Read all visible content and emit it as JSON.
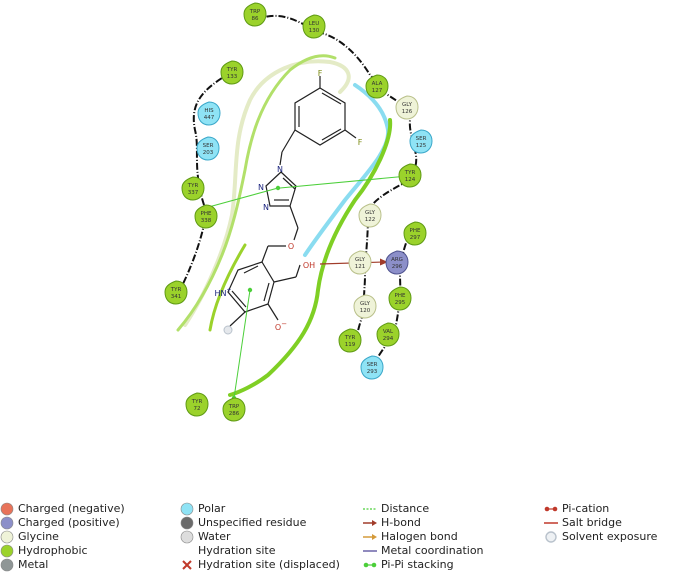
{
  "residues": [
    {
      "id": "trp86",
      "name": "TRP",
      "num": "86",
      "type": "hydrophobic"
    },
    {
      "id": "leu130",
      "name": "LEU",
      "num": "130",
      "type": "hydrophobic"
    },
    {
      "id": "tyr133",
      "name": "TYR",
      "num": "133",
      "type": "hydrophobic"
    },
    {
      "id": "ala127",
      "name": "ALA",
      "num": "127",
      "type": "hydrophobic"
    },
    {
      "id": "gly126",
      "name": "GLY",
      "num": "126",
      "type": "glycine"
    },
    {
      "id": "his447",
      "name": "HIS",
      "num": "447",
      "type": "polar"
    },
    {
      "id": "ser125",
      "name": "SER",
      "num": "125",
      "type": "polar"
    },
    {
      "id": "ser203",
      "name": "SER",
      "num": "203",
      "type": "polar"
    },
    {
      "id": "tyr337",
      "name": "TYR",
      "num": "337",
      "type": "hydrophobic"
    },
    {
      "id": "tyr124",
      "name": "TYR",
      "num": "124",
      "type": "hydrophobic"
    },
    {
      "id": "phe338",
      "name": "PHE",
      "num": "338",
      "type": "hydrophobic"
    },
    {
      "id": "gly122",
      "name": "GLY",
      "num": "122",
      "type": "glycine"
    },
    {
      "id": "phe297",
      "name": "PHE",
      "num": "297",
      "type": "hydrophobic"
    },
    {
      "id": "gly121",
      "name": "GLY",
      "num": "121",
      "type": "glycine"
    },
    {
      "id": "arg296",
      "name": "ARG",
      "num": "296",
      "type": "positive"
    },
    {
      "id": "phe295",
      "name": "PHE",
      "num": "295",
      "type": "hydrophobic"
    },
    {
      "id": "tyr341",
      "name": "TYR",
      "num": "341",
      "type": "hydrophobic"
    },
    {
      "id": "gly120",
      "name": "GLY",
      "num": "120",
      "type": "glycine"
    },
    {
      "id": "val294",
      "name": "VAL",
      "num": "294",
      "type": "hydrophobic"
    },
    {
      "id": "tyr119",
      "name": "TYR",
      "num": "119",
      "type": "hydrophobic"
    },
    {
      "id": "ser293",
      "name": "SER",
      "num": "293",
      "type": "polar"
    },
    {
      "id": "tyr72",
      "name": "TYR",
      "num": "72",
      "type": "hydrophobic"
    },
    {
      "id": "trp286",
      "name": "TRP",
      "num": "286",
      "type": "hydrophobic"
    }
  ],
  "atoms": {
    "f_top": "F",
    "f_right": "F",
    "n1": "N",
    "n2": "N",
    "n3": "N",
    "o_ether": "O",
    "oh": "OH",
    "hn": "HN",
    "hn_charge": "+",
    "o_minus": "O",
    "o_charge": "−"
  },
  "colors": {
    "hydrophobic": "#9bd22b",
    "hydrophobic_stroke": "#5f9a14",
    "polar": "#8fe3f5",
    "polar_stroke": "#3aa7c9",
    "glycine": "#eff3d8",
    "glycine_stroke": "#b9c08a",
    "positive": "#8c8fc9",
    "positive_stroke": "#4f538f",
    "negative": "#e8735a",
    "unspecified": "#6b6b6b",
    "water": "#dddddd",
    "metal": "#8f9696",
    "pipi": "#4ccf3a",
    "hbond": "#a13c2a",
    "halogen": "#d49a3a",
    "metal_coord": "#6b62a8",
    "salt_bridge": "#c0392b",
    "pocket_green": "#7fcf24",
    "pocket_cyan": "#8adcf0",
    "pocket_pale": "#e4ebc6"
  },
  "legend": {
    "col1": [
      {
        "label": "Charged (negative)",
        "symbol": "circle",
        "color": "#e8735a"
      },
      {
        "label": "Charged (positive)",
        "symbol": "circle",
        "color": "#8c8fc9"
      },
      {
        "label": "Glycine",
        "symbol": "circle",
        "color": "#eff3d8"
      },
      {
        "label": "Hydrophobic",
        "symbol": "circle",
        "color": "#9bd22b"
      },
      {
        "label": "Metal",
        "symbol": "circle",
        "color": "#8f9696"
      }
    ],
    "col2": [
      {
        "label": "Polar",
        "symbol": "circle",
        "color": "#8fe3f5"
      },
      {
        "label": "Unspecified residue",
        "symbol": "circle",
        "color": "#6b6b6b"
      },
      {
        "label": "Water",
        "symbol": "circle",
        "color": "#dddddd"
      },
      {
        "label": "Hydration site",
        "symbol": "none",
        "color": ""
      },
      {
        "label": "Hydration site (displaced)",
        "symbol": "cross",
        "color": "#c0392b"
      }
    ],
    "col3": [
      {
        "label": "Distance",
        "symbol": "dash",
        "color": "#4ccf3a"
      },
      {
        "label": "H-bond",
        "symbol": "arrow",
        "color": "#a13c2a"
      },
      {
        "label": "Halogen bond",
        "symbol": "arrow",
        "color": "#d49a3a"
      },
      {
        "label": "Metal coordination",
        "symbol": "line",
        "color": "#6b62a8"
      },
      {
        "label": "Pi-Pi stacking",
        "symbol": "dotline",
        "color": "#4ccf3a"
      }
    ],
    "col4": [
      {
        "label": "Pi-cation",
        "symbol": "dotline",
        "color": "#c0392b"
      },
      {
        "label": "Salt bridge",
        "symbol": "line",
        "color": "#c0392b"
      },
      {
        "label": "Solvent exposure",
        "symbol": "halo",
        "color": "#b9c2cc"
      }
    ]
  }
}
